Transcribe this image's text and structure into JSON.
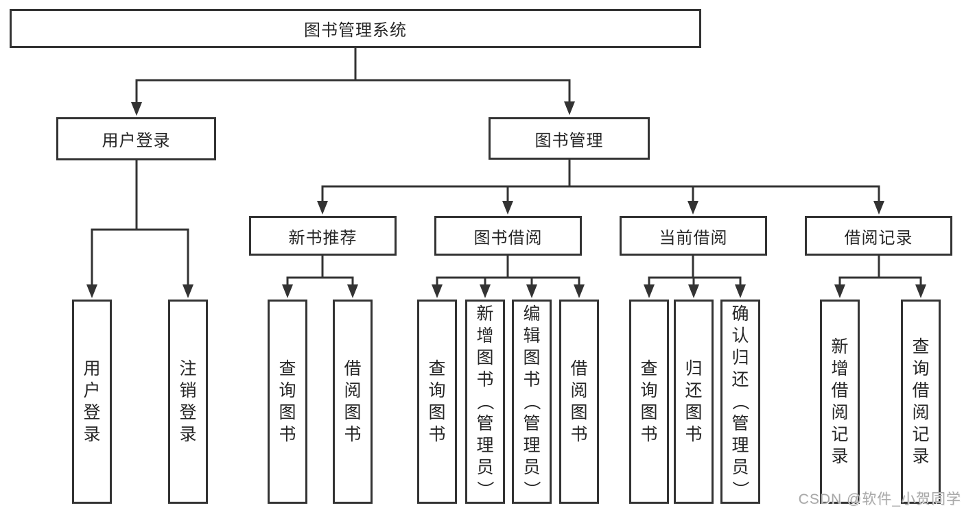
{
  "root": {
    "label": "图书管理系统"
  },
  "level2": {
    "user_login": {
      "label": "用户登录"
    },
    "book_mgmt": {
      "label": "图书管理"
    }
  },
  "level3": {
    "new_books": {
      "label": "新书推荐"
    },
    "borrow": {
      "label": "图书借阅"
    },
    "current": {
      "label": "当前借阅"
    },
    "records": {
      "label": "借阅记录"
    }
  },
  "leaves": {
    "user_login": [
      "用户登录",
      "注销登录"
    ],
    "new_books": [
      "查询图书",
      "借阅图书"
    ],
    "borrow": [
      "查询图书",
      "新增图书（管理员）",
      "编辑图书（管理员）",
      "借阅图书"
    ],
    "current": [
      "查询图书",
      "归还图书",
      "确认归还（管理员）"
    ],
    "records": [
      "新增借阅记录",
      "查询借阅记录"
    ]
  },
  "watermark": "CSDN @软件_小贺同学",
  "colors": {
    "line": "#333333",
    "text": "#262626",
    "watermark": "#a9a9a9",
    "background": "#ffffff"
  }
}
